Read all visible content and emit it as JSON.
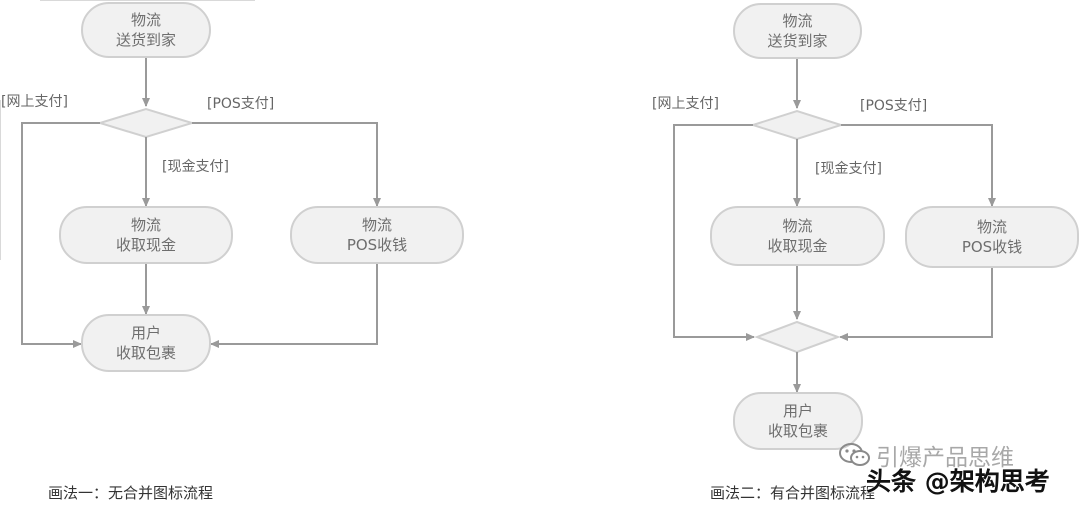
{
  "left": {
    "start_node": [
      "物流",
      "送货到家"
    ],
    "cash_node": [
      "物流",
      "收取现金"
    ],
    "pos_node": [
      "物流",
      "POS收钱"
    ],
    "end_node": [
      "用户",
      "收取包裹"
    ],
    "label_online": "[网上支付]",
    "label_pos": "[POS支付]",
    "label_cash": "[现金支付]",
    "caption": "画法一：无合并图标流程"
  },
  "right": {
    "start_node": [
      "物流",
      "送货到家"
    ],
    "cash_node": [
      "物流",
      "收取现金"
    ],
    "pos_node": [
      "物流",
      "POS收钱"
    ],
    "end_node": [
      "用户",
      "收取包裹"
    ],
    "label_online": "[网上支付]",
    "label_pos": "[POS支付]",
    "label_cash": "[现金支付]",
    "caption": "画法二：有合并图标流程"
  },
  "watermark": {
    "wechat_text": "引爆产品思维",
    "toutiao_text": "头条 @架构思考"
  },
  "colors": {
    "node_fill": "#f1f1f1",
    "node_border": "#d0d0d0",
    "connector": "#9a9a9a",
    "text": "#6e6e6e"
  }
}
